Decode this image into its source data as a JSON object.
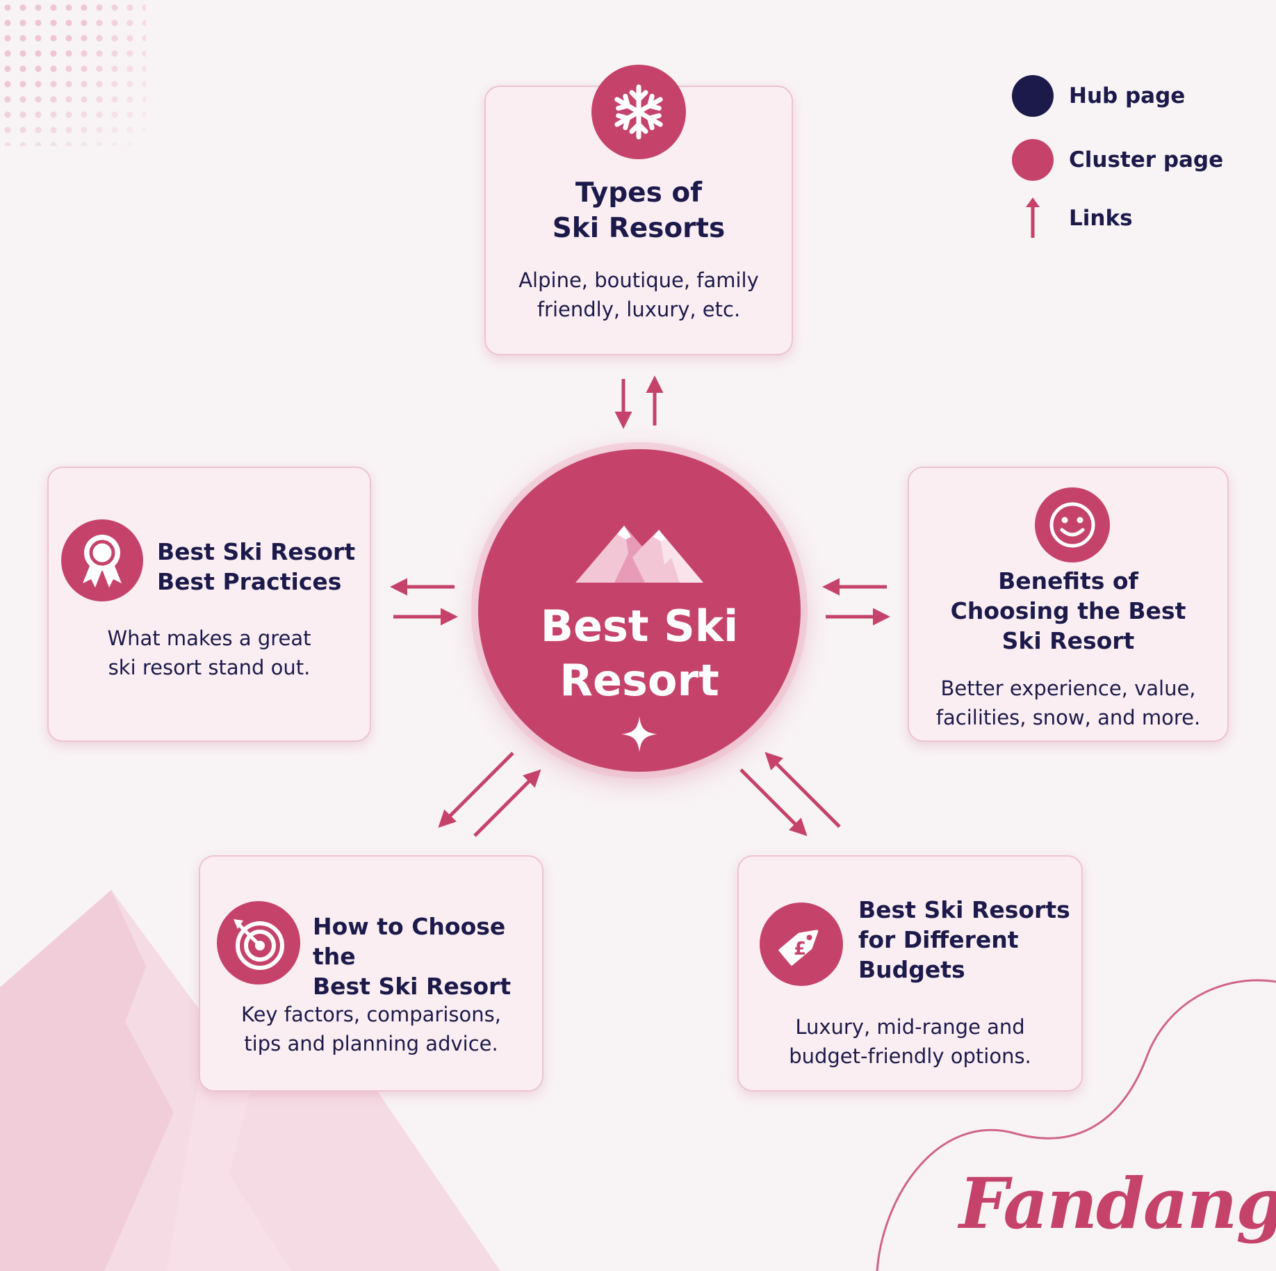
{
  "colors": {
    "background": "#f8f3f5",
    "hub": "#1c1a4a",
    "cluster": "#c5436a",
    "card_fill": "#fbeef2",
    "card_border": "#eec3d1",
    "text": "#1c1a4a"
  },
  "hub": {
    "title_line1": "Best Ski",
    "title_line2": "Resort",
    "icon": "mountain-icon"
  },
  "clusters": [
    {
      "id": "types",
      "icon": "snowflake-icon",
      "title_line1": "Types of",
      "title_line2": "Ski Resorts",
      "desc_line1": "Alpine, boutique, family",
      "desc_line2": "friendly, luxury, etc."
    },
    {
      "id": "practices",
      "icon": "award-ribbon-icon",
      "title_line1": "Best Ski Resort",
      "title_line2": "Best Practices",
      "desc_line1": "What makes a great",
      "desc_line2": "ski resort stand out."
    },
    {
      "id": "benefits",
      "icon": "smiley-icon",
      "title_line1": "Benefits of",
      "title_line2": "Choosing the Best",
      "title_line3": "Ski Resort",
      "desc_line1": "Better experience, value,",
      "desc_line2": "facilities, snow, and more."
    },
    {
      "id": "choose",
      "icon": "target-icon",
      "title_line1": "How to Choose the",
      "title_line2": "Best Ski Resort",
      "desc_line1": "Key factors, comparisons,",
      "desc_line2": "tips and planning advice."
    },
    {
      "id": "budgets",
      "icon": "price-tag-icon",
      "tag_symbol": "£",
      "title_line1": "Best Ski Resorts",
      "title_line2": "for Different",
      "title_line3": "Budgets",
      "desc_line1": "Luxury, mid-range and",
      "desc_line2": "budget-friendly options."
    }
  ],
  "legend": {
    "hub_label": "Hub page",
    "cluster_label": "Cluster page",
    "links_label": "Links"
  },
  "brand": {
    "name": "Fandango"
  }
}
